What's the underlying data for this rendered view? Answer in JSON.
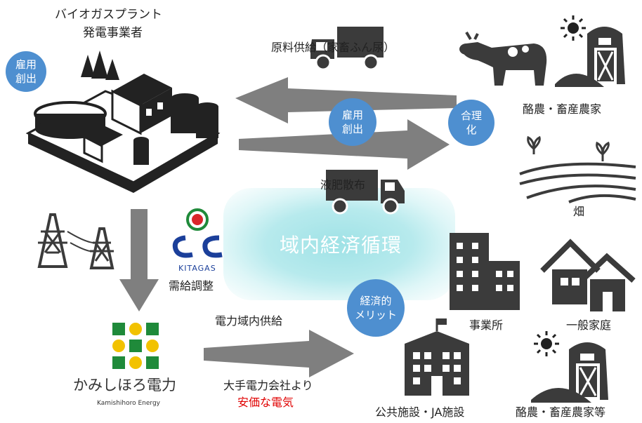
{
  "labels": {
    "biogas_plant_line1": "バイオガスプラント",
    "biogas_plant_line2": "発電事業者",
    "raw_material": "原料供給（家畜ふん尿）",
    "dairy_farmers": "酪農・畜産農家",
    "field": "畑",
    "liquid_fertilizer": "液肥散布",
    "kitagas_logo_text": "KITAGAS",
    "supply_adjust": "需給調整",
    "power_supply": "電力域内供給",
    "office": "事業所",
    "household": "一般家庭",
    "big_power_line1": "大手電力会社より",
    "big_power_line2": "安価な電気",
    "kamishihoro_name": "かみしほろ電力",
    "kamishihoro_sub": "Kamishihoro Energy",
    "public_ja": "公共施設・JA施設",
    "dairy_farmers_etc": "酪農・畜産農家等",
    "center": "域内経済循環"
  },
  "circles": {
    "employment_left": [
      "雇用",
      "創出"
    ],
    "employment_mid": [
      "雇用",
      "創出"
    ],
    "rationalization": [
      "合理",
      "化"
    ],
    "economic_merit": [
      "経済的",
      "メリット"
    ]
  },
  "colors": {
    "circle_blue": "#4e8fd0",
    "arrow_gray": "#7f7f7f",
    "icon_dark": "#3b3b3b",
    "highlight_red": "#e00000",
    "glow_cyan": "#a8e4e8",
    "logo_green": "#1f8a3a",
    "logo_yellow": "#f2c200",
    "kitagas_red": "#d9252a",
    "kitagas_blue": "#1b3f9a"
  }
}
